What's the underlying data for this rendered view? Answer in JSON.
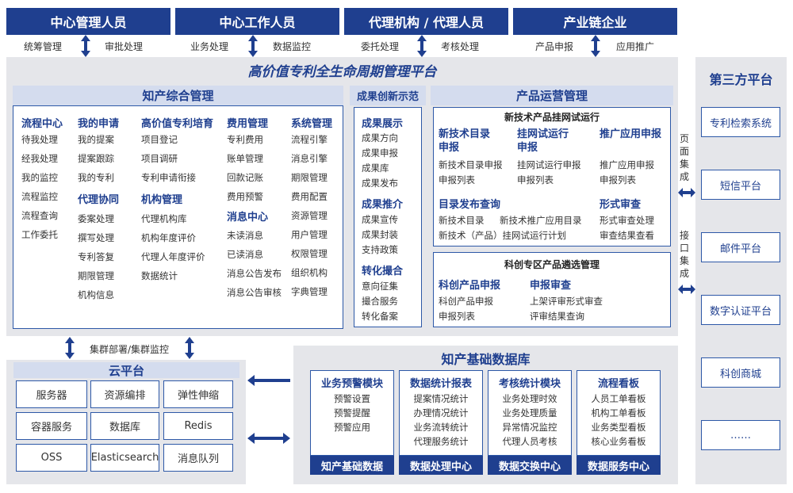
{
  "top_bar": [
    {
      "label": "中心管理人员",
      "sub_left": "统筹管理",
      "sub_right": "审批处理"
    },
    {
      "label": "中心工作人员",
      "sub_left": "业务处理",
      "sub_right": "数据监控"
    },
    {
      "label": "代理机构 / 代理人员",
      "sub_left": "委托处理",
      "sub_right": "考核处理"
    },
    {
      "label": "产业链企业",
      "sub_left": "产品申报",
      "sub_right": "应用推广"
    }
  ],
  "platform_title": "高价值专利全生命周期管理平台",
  "ip_mgmt": {
    "title": "知产综合管理",
    "columns": [
      {
        "groups": [
          {
            "head": "流程中心",
            "items": [
              "待我处理",
              "经我处理",
              "我的监控",
              "流程监控",
              "流程查询",
              "工作委托"
            ]
          }
        ]
      },
      {
        "groups": [
          {
            "head": "我的申请",
            "items": [
              "我的提案",
              "提案跟踪",
              "我的专利"
            ]
          },
          {
            "head": "代理协同",
            "items": [
              "委案处理",
              "撰写处理",
              "专利答复",
              "期限管理",
              "机构信息"
            ]
          }
        ]
      },
      {
        "groups": [
          {
            "head": "高价值专利培育",
            "items": [
              "项目登记",
              "项目调研",
              "专利申请衔接"
            ]
          },
          {
            "head": "机构管理",
            "items": [
              "代理机构库",
              "机构年度评价",
              "代理人年度评价",
              "数据统计"
            ]
          }
        ]
      },
      {
        "groups": [
          {
            "head": "费用管理",
            "items": [
              "专利费用",
              "账单管理",
              "回款记账",
              "费用预警"
            ]
          },
          {
            "head": "消息中心",
            "items": [
              "未读消息",
              "已读消息",
              "消息公告发布",
              "消息公告审核"
            ]
          }
        ]
      },
      {
        "groups": [
          {
            "head": "系统管理",
            "items": [
              "流程引擎",
              "消息引擎",
              "期限管理",
              "费用配置",
              "资源管理",
              "用户管理",
              "权限管理",
              "组织机构",
              "字典管理"
            ]
          }
        ]
      }
    ]
  },
  "innovation": {
    "title": "成果创新示范",
    "groups": [
      {
        "head": "成果展示",
        "items": [
          "成果方向",
          "成果申报",
          "成果库",
          "成果发布"
        ]
      },
      {
        "head": "成果推介",
        "items": [
          "成果宣传",
          "成果封装",
          "支持政策"
        ]
      },
      {
        "head": "转化撮合",
        "items": [
          "意向征集",
          "撮合服务",
          "转化备案"
        ]
      }
    ]
  },
  "product_ops": {
    "title": "产品运营管理",
    "box1": {
      "title": "新技术产品挂网试运行",
      "col1": {
        "head1": "新技术目录",
        "head2": "申报",
        "items": [
          "新技术目录申报",
          "申报列表"
        ]
      },
      "col2": {
        "head1": "挂网试运行",
        "head2": "申报",
        "items": [
          "挂网试运行申报",
          "申报列表"
        ]
      },
      "col3": {
        "head1": "推广应用申报",
        "items": [
          "推广应用申报",
          "申报列表"
        ]
      },
      "row2_left": {
        "head": "目录发布查询",
        "line1a": "新技术目录",
        "line1b": "新技术推广应用目录",
        "line2": "新技术（产品）挂网试运行计划"
      },
      "row2_right": {
        "head": "形式审查",
        "items": [
          "形式审查处理",
          "审查结果查看"
        ]
      }
    },
    "box2": {
      "title": "科创专区产品遴选管理",
      "col1": {
        "head": "科创产品申报",
        "items": [
          "科创产品申报",
          "申报列表"
        ]
      },
      "col2": {
        "head": "申报审查",
        "items": [
          "上架评审形式审查",
          "评审结果查询"
        ]
      }
    }
  },
  "side_labels": {
    "page_integration": "页面集成",
    "api_integration": "接口集成"
  },
  "cluster_label": "集群部署/集群监控",
  "cloud": {
    "title": "云平台",
    "items": [
      "服务器",
      "资源编排",
      "弹性伸缩",
      "容器服务",
      "数据库",
      "Redis",
      "OSS",
      "Elasticsearch",
      "消息队列"
    ]
  },
  "ip_db": {
    "title": "知产基础数据库",
    "modules": [
      {
        "head": "业务预警模块",
        "items": [
          "预警设置",
          "预警提醒",
          "预警应用"
        ],
        "footer": "知产基础数据"
      },
      {
        "head": "数据统计报表",
        "items": [
          "提案情况统计",
          "办理情况统计",
          "业务流转统计",
          "代理服务统计"
        ],
        "footer": "数据处理中心"
      },
      {
        "head": "考核统计模块",
        "items": [
          "业务处理时效",
          "业务处理质量",
          "异常情况监控",
          "代理人员考核"
        ],
        "footer": "数据交换中心"
      },
      {
        "head": "流程看板",
        "items": [
          "人员工单看板",
          "机构工单看板",
          "业务类型看板",
          "核心业务看板"
        ],
        "footer": "数据服务中心"
      }
    ]
  },
  "third_party": {
    "title": "第三方平台",
    "items": [
      "专利检索系统",
      "短信平台",
      "邮件平台",
      "数字认证平台",
      "科创商城",
      "……"
    ]
  },
  "colors": {
    "primary": "#1f3f8f",
    "panel": "#e5e6ea",
    "light": "#d4dcee",
    "border": "#2d58a7"
  }
}
